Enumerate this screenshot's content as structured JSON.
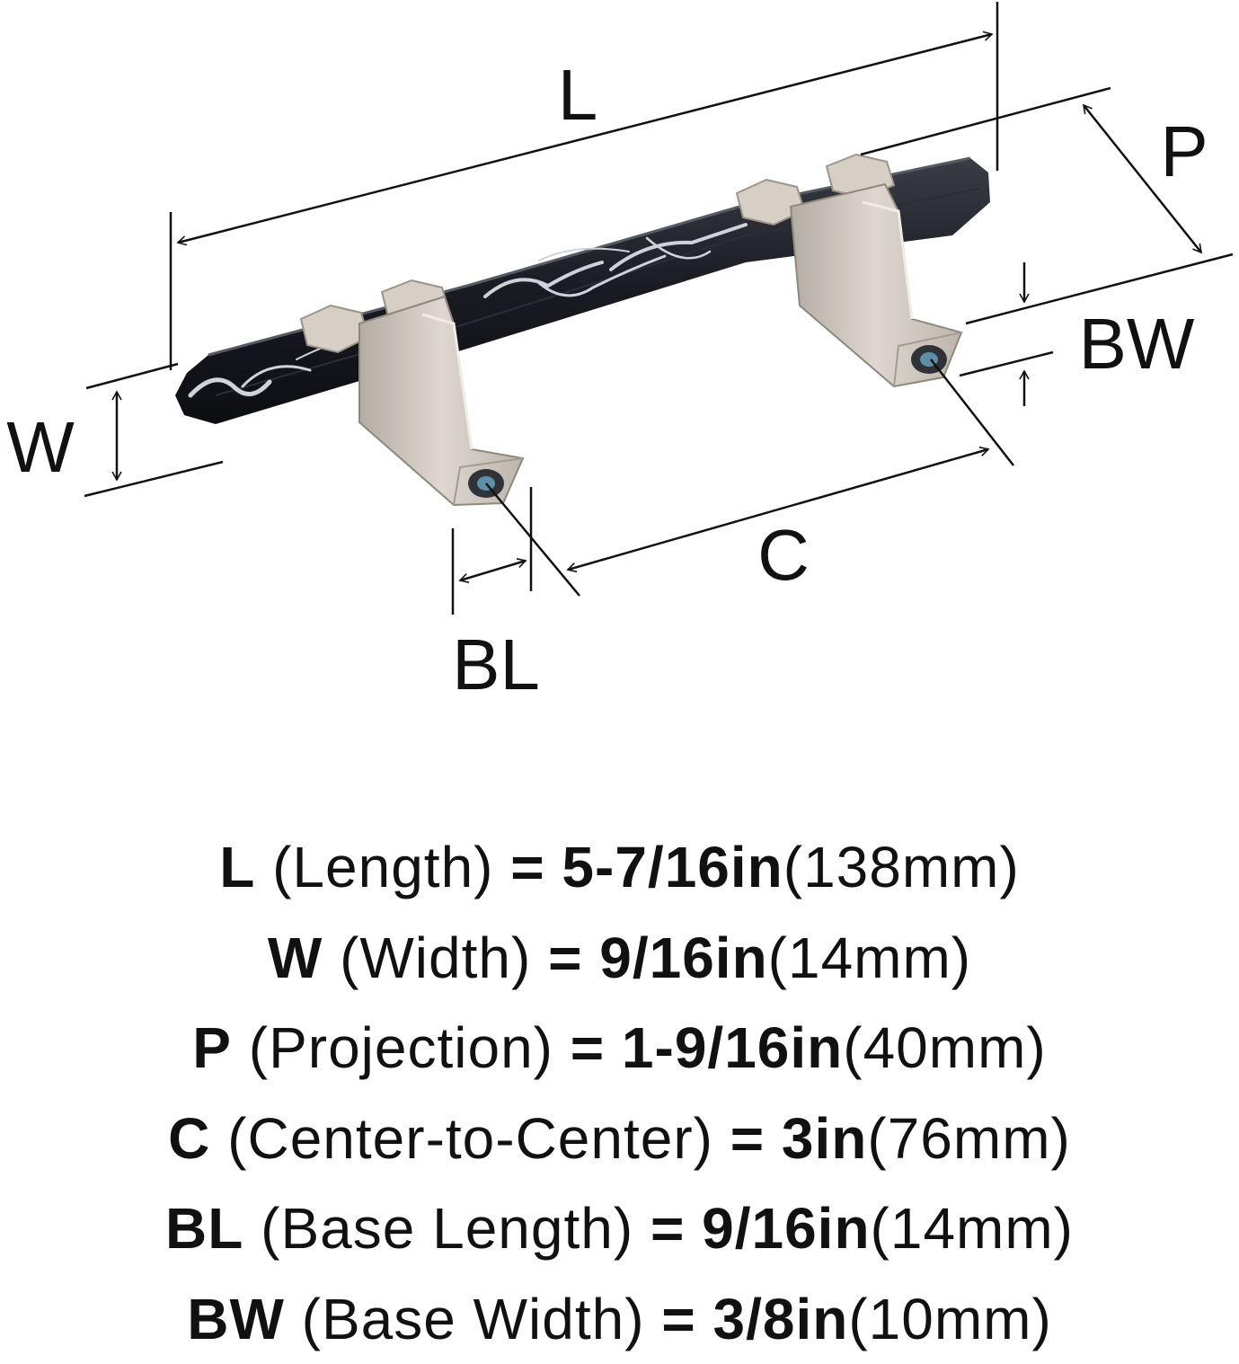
{
  "diagram": {
    "labels": {
      "L": "L",
      "P": "P",
      "BW": "BW",
      "W": "W",
      "C": "C",
      "BL": "BL"
    }
  },
  "specs": [
    {
      "abbr": "L",
      "name": "(Length)",
      "eq": "=",
      "value": "5-7/16in",
      "metric": "(138mm)"
    },
    {
      "abbr": "W",
      "name": "(Width)",
      "eq": "=",
      "value": "9/16in",
      "metric": "(14mm)"
    },
    {
      "abbr": "P",
      "name": "(Projection)",
      "eq": "=",
      "value": "1-9/16in",
      "metric": "(40mm)"
    },
    {
      "abbr": "C",
      "name": "(Center-to-Center)",
      "eq": "=",
      "value": "3in",
      "metric": "(76mm)"
    },
    {
      "abbr": "BL",
      "name": "(Base Length)",
      "eq": "=",
      "value": "9/16in",
      "metric": "(14mm)"
    },
    {
      "abbr": "BW",
      "name": "(Base Width)",
      "eq": "=",
      "value": "3/8in",
      "metric": "(10mm)"
    }
  ],
  "colors": {
    "ink": "#111111",
    "bar": "#1b1c22",
    "vein": "#cfd3d8",
    "nickel": "#cdc6bd",
    "nickel_dark": "#a69f96",
    "hole": "#5f8fa8"
  }
}
